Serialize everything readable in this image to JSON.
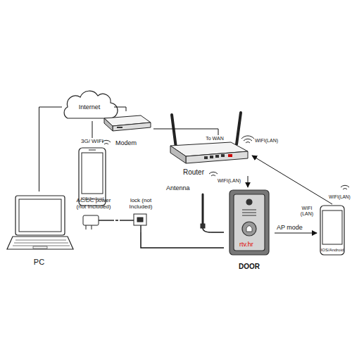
{
  "diagram": {
    "nodes": [
      {
        "text": [
          "Internet"
        ]
      },
      {
        "text": [
          "Modem"
        ]
      },
      {
        "text": [
          "3G/ WIFI",
          "IOS/Android"
        ]
      },
      {
        "text": [
          "To WAN",
          "Router"
        ]
      },
      {
        "text": [
          "PC"
        ]
      },
      {
        "text": [
          "AC/DC power (not Included)"
        ]
      },
      {
        "text": [
          "lock (not Included)"
        ]
      },
      {
        "text": [
          "Antenna"
        ]
      },
      {
        "text": [
          "DOOR"
        ]
      },
      {
        "text": [
          "IOS/Android"
        ]
      }
    ],
    "edges": [
      {
        "from": 0,
        "to": 4,
        "arrow": "none"
      },
      {
        "from": 0,
        "to": 2,
        "arrow": "none"
      },
      {
        "from": 0,
        "to": 1,
        "arrow": "none"
      },
      {
        "from": 1,
        "to": 3,
        "arrow": "none"
      },
      {
        "from": 3,
        "to": 8,
        "arrow": "to"
      },
      {
        "from": 9,
        "to": 3,
        "arrow": "to"
      },
      {
        "from": 8,
        "to": 9,
        "arrow": "to",
        "label": "AP mode"
      },
      {
        "from": 5,
        "to": 6,
        "arrow": "none"
      },
      {
        "from": 6,
        "to": 8,
        "arrow": "none"
      },
      {
        "from": 7,
        "to": 8,
        "arrow": "none"
      }
    ],
    "labels": [
      "WIFI(LAN)",
      "WIFI(LAN)",
      "WIFI(LAN)",
      "WIFI (LAN)",
      "rtv.hr"
    ]
  }
}
